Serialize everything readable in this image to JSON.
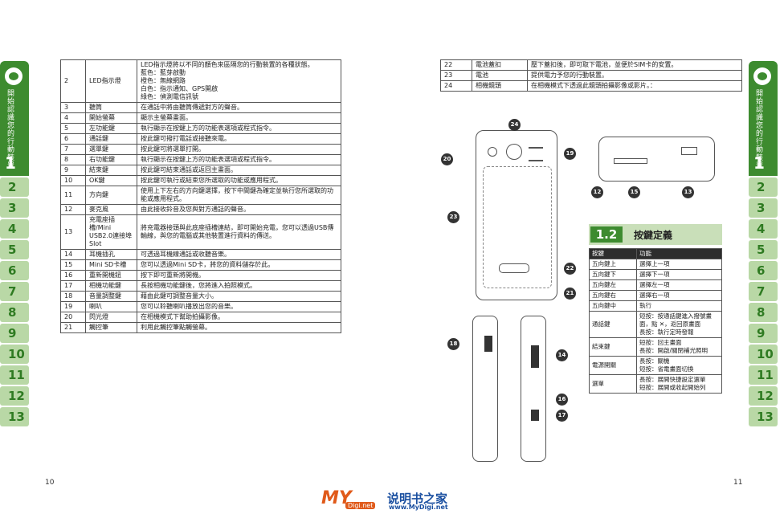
{
  "side_tab": {
    "title": "開始認識您的行動裝置",
    "chapter": "1",
    "numbers": [
      "2",
      "3",
      "4",
      "5",
      "6",
      "7",
      "8",
      "9",
      "10",
      "11",
      "12",
      "13"
    ]
  },
  "left_table": [
    {
      "n": "2",
      "k": "LED指示燈",
      "v": "LED指示燈將以不同的顏色來區隔您的行動裝置的各種狀態。\n藍色：藍芽啟動\n橙色：無線網路\n白色：指示通知、GPS開啟\n綠色：偵測電信訊號"
    },
    {
      "n": "3",
      "k": "聽筒",
      "v": "在通話中將由聽筒傳遞對方的聲音。"
    },
    {
      "n": "4",
      "k": "開始螢幕",
      "v": "顯示主螢幕畫面。"
    },
    {
      "n": "5",
      "k": "左功能鍵",
      "v": "執行顯示在按鍵上方的功能表選項或程式指令。"
    },
    {
      "n": "6",
      "k": "通話鍵",
      "v": "按此鍵可撥打電話或接聽來電。"
    },
    {
      "n": "7",
      "k": "選單鍵",
      "v": "按此鍵可將選單打開。"
    },
    {
      "n": "8",
      "k": "右功能鍵",
      "v": "執行顯示在按鍵上方的功能表選項或程式指令。"
    },
    {
      "n": "9",
      "k": "結束鍵",
      "v": "按此鍵可結束通話或返回主畫面。"
    },
    {
      "n": "10",
      "k": "OK鍵",
      "v": "按此鍵可執行或結束您所選取的功能或應用程式。"
    },
    {
      "n": "11",
      "k": "方向鍵",
      "v": "使用上下左右的方向鍵選擇，按下中間鍵為確定並執行您所選取的功能或應用程式。"
    },
    {
      "n": "12",
      "k": "麥克風",
      "v": "由此接收鈴音及您與對方通話的聲音。"
    },
    {
      "n": "13",
      "k": "充電座插槽/Mini USB2.0連接埠Slot",
      "v": "將充電器接頭與此底座插槽連結，即可開始充電，您可以透過USB傳輸線，與您的電腦或其他裝置進行資料的傳送。"
    },
    {
      "n": "14",
      "k": "耳機插孔",
      "v": "可透過耳機線通話或收聽音樂。"
    },
    {
      "n": "15",
      "k": "Mini SD卡槽",
      "v": "您可以透過Mini SD卡，將您的資料儲存於此。"
    },
    {
      "n": "16",
      "k": "重新開機鈕",
      "v": "按下即可重新將開機。"
    },
    {
      "n": "17",
      "k": "相機功能鍵",
      "v": "長按相機功能鍵後，您將進入拍照模式。"
    },
    {
      "n": "18",
      "k": "音量調整鍵",
      "v": "藉由此鍵可調整音量大小。"
    },
    {
      "n": "19",
      "k": "喇叭",
      "v": "您可以聆聽喇叭播放出您的音樂。"
    },
    {
      "n": "20",
      "k": "閃光燈",
      "v": "在相機模式下幫助拍攝影像。"
    },
    {
      "n": "21",
      "k": "觸控筆",
      "v": "利用此觸控筆點觸螢幕。"
    }
  ],
  "right_table": [
    {
      "n": "22",
      "k": "電池蓋扣",
      "v": "壓下蓋扣後，即可取下電池，並便於SIM卡的安置。"
    },
    {
      "n": "23",
      "k": "電池",
      "v": "提供電力予您的行動裝置。"
    },
    {
      "n": "24",
      "k": "相機鏡頭",
      "v": "在相機模式下透過此鏡頭拍攝影像或影片。："
    }
  ],
  "callouts": [
    "24",
    "20",
    "19",
    "23",
    "22",
    "21",
    "12",
    "15",
    "13",
    "18",
    "14",
    "16",
    "17"
  ],
  "section": {
    "number": "1.2",
    "title": "按鍵定義"
  },
  "keys_table": {
    "headers": [
      "按鍵",
      "功能"
    ],
    "rows": [
      {
        "k": "五向鍵上",
        "v": "選擇上一項"
      },
      {
        "k": "五向鍵下",
        "v": "選擇下一項"
      },
      {
        "k": "五向鍵左",
        "v": "選擇左一項"
      },
      {
        "k": "五向鍵右",
        "v": "選擇右一項"
      },
      {
        "k": "五向鍵中",
        "v": "執行"
      },
      {
        "k": "通話鍵",
        "v": "短按：按通話鍵進入撥號畫面，點 ✕，返回原畫面\n長按：執行定時發報"
      },
      {
        "k": "結束鍵",
        "v": "短按：回主畫面\n長按：開啟/關閉補光照明"
      },
      {
        "k": "電源開關",
        "v": "長按：關機\n短按：省電畫面切換"
      },
      {
        "k": "選單",
        "v": "長按：展開快捷設定選單\n短按：展開或收起開始列"
      }
    ]
  },
  "page_numbers": {
    "left": "10",
    "right": "11"
  },
  "footer": {
    "logo": "MY",
    "tag": "Digi.net",
    "site_name": "说明书之家",
    "url": "www.MyDigi.net"
  }
}
